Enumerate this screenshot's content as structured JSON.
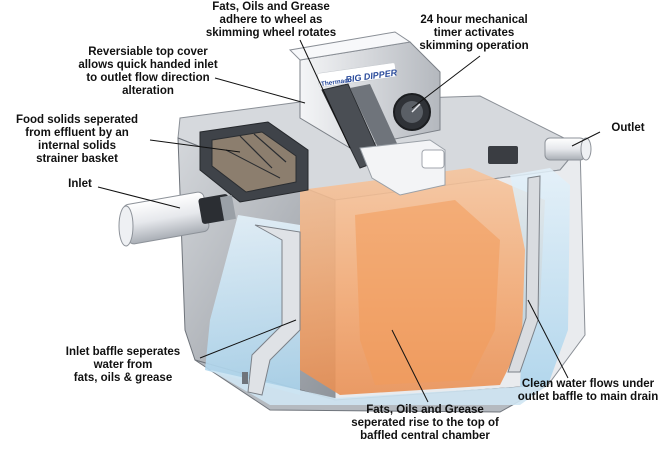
{
  "brand": {
    "maker": "Thermaco",
    "product": "BIG DIPPER"
  },
  "labels": {
    "fats_wheel": "Fats, Oils and Grease\nadhere to wheel as\nskimming wheel rotates",
    "timer": "24 hour mechanical\ntimer activates\nskimming operation",
    "top_cover": "Reversiable top cover\nallows quick handed inlet\nto outlet flow direction\nalteration",
    "outlet": "Outlet",
    "food_solids": "Food solids seperated\nfrom effluent by an\ninternal solids\nstrainer basket",
    "inlet": "Inlet",
    "inlet_baffle": "Inlet baffle seperates\nwater from\nfats, oils & grease",
    "clean_water": "Clean water flows under\noutlet baffle to main drain",
    "rise_top": "Fats, Oils and Grease\nseperated rise to the top of\nbaffled central chamber"
  },
  "colors": {
    "steel_light": "#e4e6ea",
    "steel_mid": "#b9bdc3",
    "steel_dark": "#7d828a",
    "grease": "#f0a66c",
    "water": "#bfe0f2",
    "leader": "#111111"
  }
}
